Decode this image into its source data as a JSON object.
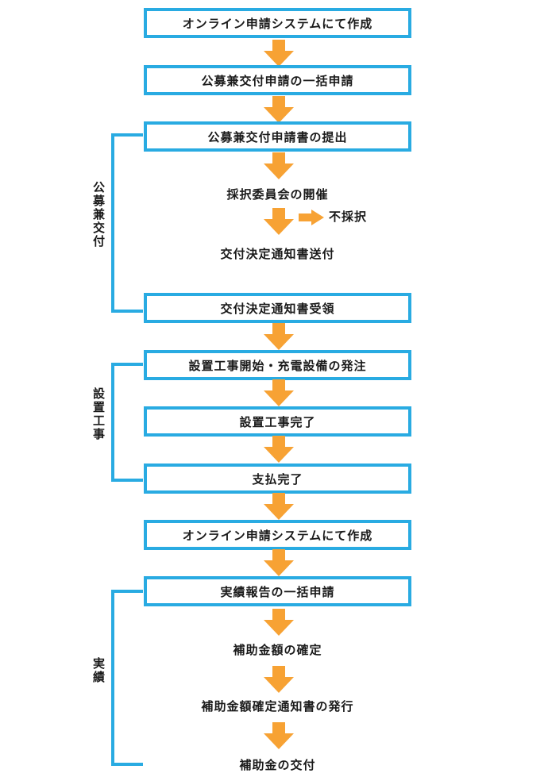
{
  "colors": {
    "box_border": "#29abe2",
    "arrow": "#f7a234"
  },
  "steps": {
    "s1": "オンライン申請システムにて作成",
    "s2": "公募兼交付申請の一括申請",
    "s3": "公募兼交付申請書の提出",
    "s4": "採択委員会の開催",
    "s4_branch": "不採択",
    "s5": "交付決定通知書送付",
    "s6": "交付決定通知書受領",
    "s7": "設置工事開始・充電設備の発注",
    "s8": "設置工事完了",
    "s9": "支払完了",
    "s10": "オンライン申請システムにて作成",
    "s11": "実績報告の一括申請",
    "s12": "補助金額の確定",
    "s13": "補助金額確定通知書の発行",
    "s14": "補助金の交付"
  },
  "groups": {
    "g1": "公募兼交付",
    "g2": "設置工事",
    "g3": "実績"
  },
  "icons": {
    "down_arrow": "down-arrow-icon",
    "right_arrow": "right-arrow-icon"
  }
}
